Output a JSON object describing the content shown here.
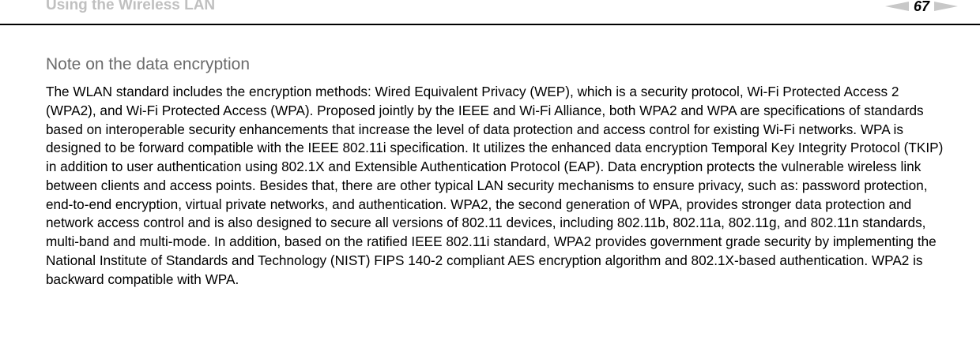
{
  "header": {
    "title": "Using the Wireless LAN",
    "page_number": "67"
  },
  "section": {
    "title": "Note on the data encryption",
    "body": "The WLAN standard includes the encryption methods: Wired Equivalent Privacy (WEP), which is a security protocol, Wi-Fi Protected Access 2 (WPA2), and Wi-Fi Protected Access (WPA). Proposed jointly by the IEEE and Wi-Fi Alliance, both WPA2 and WPA are specifications of standards based on interoperable security enhancements that increase the level of data protection and access control for existing Wi-Fi networks. WPA is designed to be forward compatible with the IEEE 802.11i specification. It utilizes the enhanced data encryption Temporal Key Integrity Protocol (TKIP) in addition to user authentication using 802.1X and Extensible Authentication Protocol (EAP). Data encryption protects the vulnerable wireless link between clients and access points. Besides that, there are other typical LAN security mechanisms to ensure privacy, such as: password protection, end-to-end encryption, virtual private networks, and authentication. WPA2, the second generation of WPA, provides stronger data protection and network access control and is also designed to secure all versions of 802.11 devices, including 802.11b, 802.11a, 802.11g, and 802.11n standards, multi-band and multi-mode. In addition, based on the ratified IEEE 802.11i standard, WPA2 provides government grade security by implementing the National Institute of Standards and Technology (NIST) FIPS 140-2 compliant AES encryption algorithm and 802.1X-based authentication. WPA2 is backward compatible with WPA."
  },
  "colors": {
    "header_text": "#c0c0c0",
    "nav_arrow": "#c8c8c8",
    "section_title": "#6b6b6b",
    "rule": "#000000"
  },
  "icons": {
    "prev": "triangle-left-icon",
    "next": "triangle-right-icon"
  }
}
